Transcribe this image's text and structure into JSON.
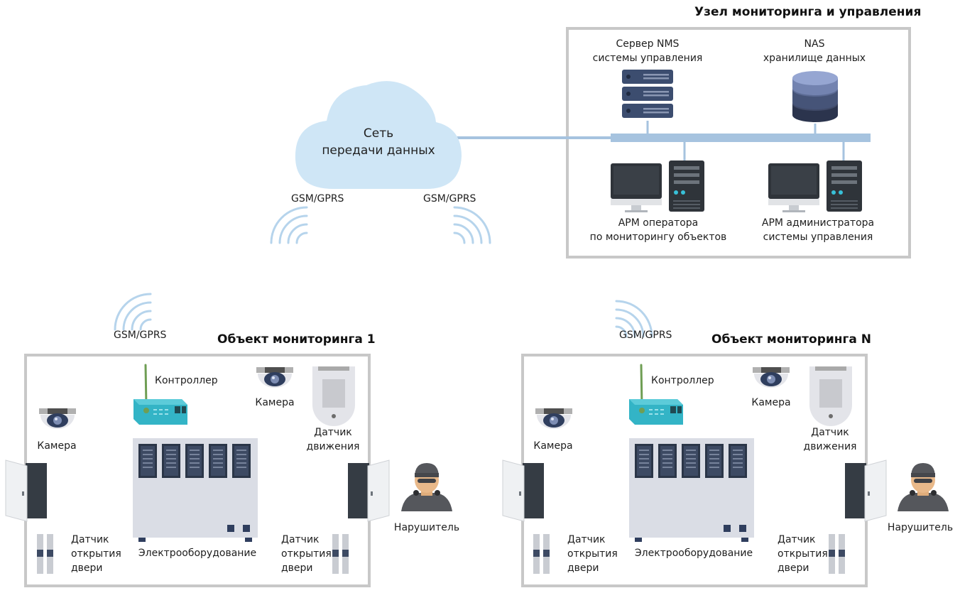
{
  "hub": {
    "title": "Узел мониторинга и управления",
    "nms_line1": "Сервер NMS",
    "nms_line2": "системы управления",
    "nas_line1": "NAS",
    "nas_line2": "хранилище данных",
    "arm_op_line1": "АРМ оператора",
    "arm_op_line2": "по мониторингу объектов",
    "arm_admin_line1": "АРМ администратора",
    "arm_admin_line2": "системы управления"
  },
  "cloud": {
    "line1": "Сеть",
    "line2": "передачи данных",
    "gsm_left": "GSM/GPRS",
    "gsm_right": "GSM/GPRS"
  },
  "site1": {
    "title": "Объект мониторинга 1",
    "gsm": "GSM/GPRS",
    "controller": "Контроллер",
    "camera_top": "Камера",
    "camera_left": "Камера",
    "motion_line1": "Датчик",
    "motion_line2": "движения",
    "door_left_line1": "Датчик",
    "door_left_line2": "открытия",
    "door_left_line3": "двери",
    "door_right_line1": "Датчик",
    "door_right_line2": "открытия",
    "door_right_line3": "двери",
    "equipment": "Электрооборудование",
    "intruder": "Нарушитель"
  },
  "siteN": {
    "title": "Объект мониторинга N",
    "gsm": "GSM/GPRS",
    "controller": "Контроллер",
    "camera_top": "Камера",
    "camera_left": "Камера",
    "motion_line1": "Датчик",
    "motion_line2": "движения",
    "door_left_line1": "Датчик",
    "door_left_line2": "открытия",
    "door_left_line3": "двери",
    "door_right_line1": "Датчик",
    "door_right_line2": "открытия",
    "door_right_line3": "двери",
    "equipment": "Электрооборудование",
    "intruder": "Нарушитель"
  },
  "colors": {
    "frame": "#c8c8c8",
    "bus": "#a6c3df",
    "cloud": "#cfe6f6",
    "server": "#3c4d6f",
    "controller": "#33b4c6",
    "door": "#353c44",
    "cabinet": "#dadde5",
    "intruder_skin": "#e9b98a"
  }
}
